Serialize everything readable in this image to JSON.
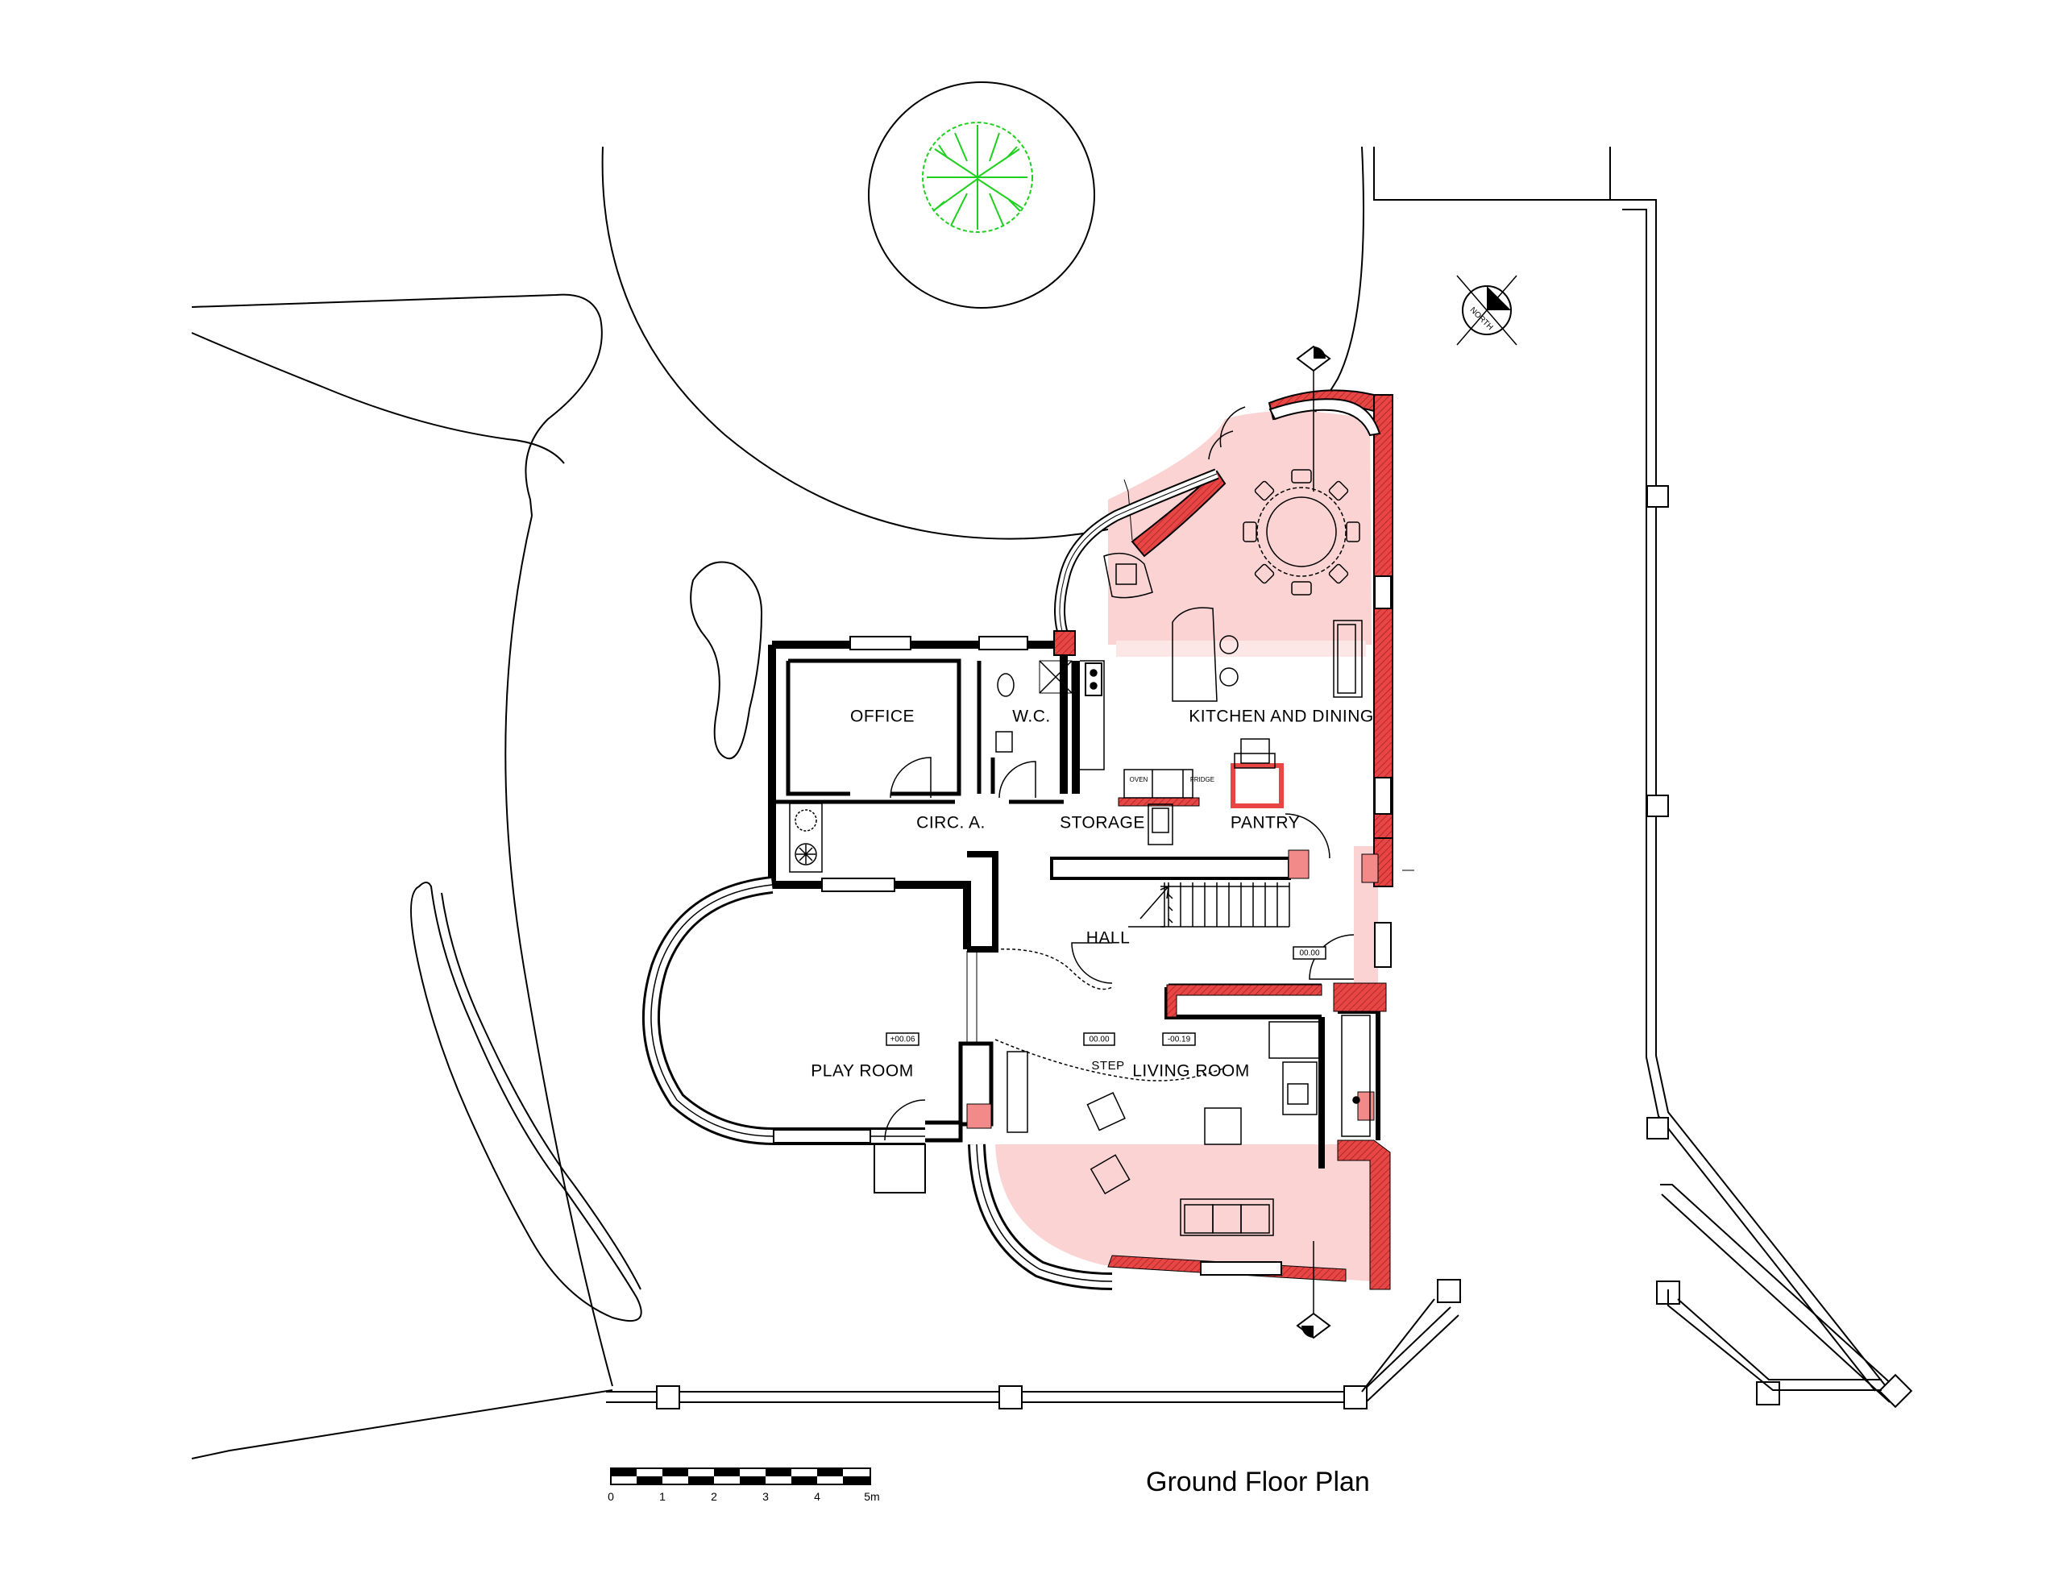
{
  "title": "Ground Floor Plan",
  "rooms": {
    "office": "OFFICE",
    "wc": "W.C.",
    "kitchen": "KITCHEN AND DINING",
    "circ": "CIRC. A.",
    "storage": "STORAGE",
    "pantry": "PANTRY",
    "hall": "HALL",
    "play": "PLAY ROOM",
    "living": "LIVING ROOM",
    "step": "STEP"
  },
  "appliances": {
    "oven": "OVEN",
    "fridge": "FRIDGE"
  },
  "levels": {
    "hall": "00.00",
    "play": "+00.06",
    "living_a": "00.00",
    "living_b": "-00.19"
  },
  "north_label": "NORTH",
  "scale_bar": {
    "ticks": [
      "0",
      "1",
      "2",
      "3",
      "4",
      "5m"
    ]
  },
  "colors": {
    "highlight_fill": "#fcd3d3",
    "wall_cut": "#e84545",
    "tree": "#1fd01f",
    "line": "#000000"
  }
}
